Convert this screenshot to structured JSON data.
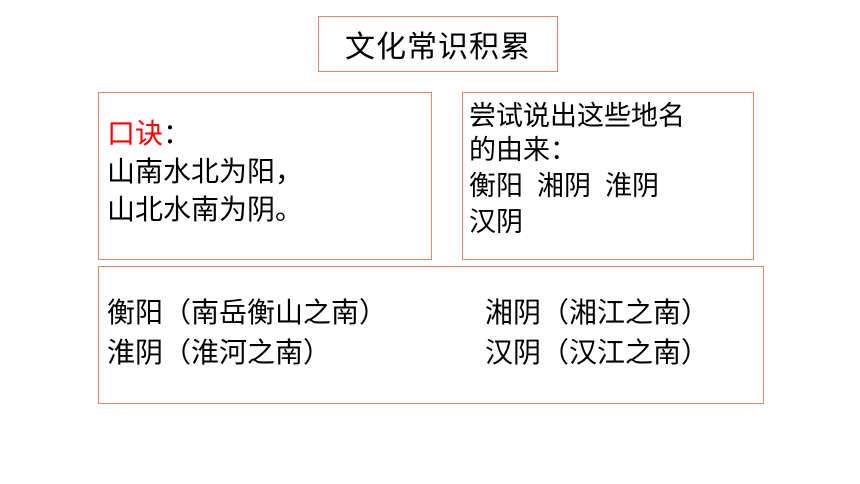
{
  "title": "文化常识积累",
  "rhyme": {
    "label": "口诀",
    "colon": "：",
    "line1": "山南水北为阳，",
    "line2": "山北水南为阴。"
  },
  "question": {
    "line1": "尝试说出这些地名",
    "line2": "的由来：",
    "places": [
      "衡阳",
      "湘阴",
      "淮阴"
    ],
    "line4": "汉阴"
  },
  "answers": [
    "衡阳（南岳衡山之南）",
    "湘阴（湘江之南）",
    "淮阴（淮河之南）",
    "汉阴（汉江之南）"
  ],
  "colors": {
    "accent_red": "#ff0000",
    "box_border": "#d98a6a"
  }
}
